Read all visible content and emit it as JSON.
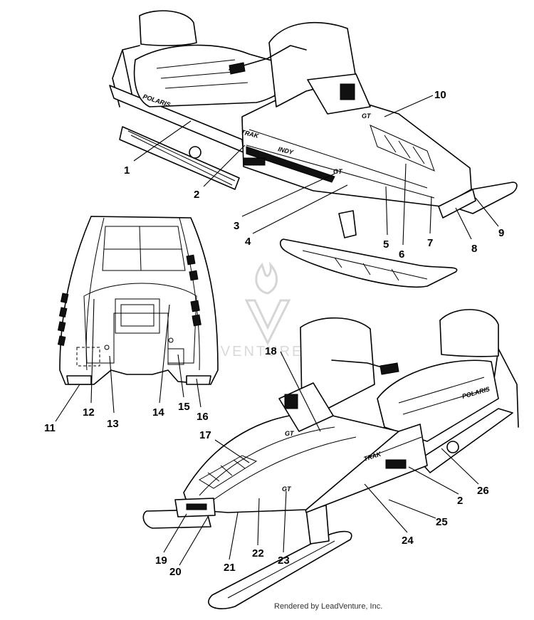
{
  "callouts": {
    "top": [
      "1",
      "2",
      "3",
      "4",
      "5",
      "6",
      "7",
      "8",
      "9",
      "10"
    ],
    "hood": [
      "11",
      "12",
      "13",
      "14",
      "15",
      "16"
    ],
    "bottom": [
      "17",
      "18",
      "2",
      "19",
      "20",
      "21",
      "22",
      "23",
      "24",
      "25",
      "26"
    ]
  },
  "decals": {
    "polaris": "POLARIS",
    "gt": "GT",
    "model": "INDY",
    "track": "TRAK"
  },
  "watermark": "ADVENTURE",
  "credit": "Rendered by LeadVenture, Inc."
}
